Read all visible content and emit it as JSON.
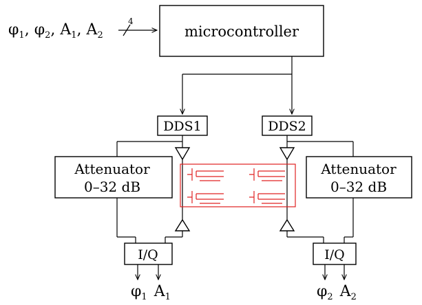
{
  "inputs": {
    "phi": "φ",
    "sub1": "1",
    "sep1": ", ",
    "sub2": "2",
    "amp": "A",
    "bus_width": "4"
  },
  "blocks": {
    "microcontroller": "microcontroller",
    "dds1": "DDS1",
    "dds2": "DDS2",
    "attenuator_left": {
      "line1": "Attenuator",
      "line2": "0–32 dB"
    },
    "attenuator_right": {
      "line1": "Attenuator",
      "line2": "0–32 dB"
    },
    "iq_left": "I/Q",
    "iq_right": "I/Q"
  },
  "outputs": {
    "left": {
      "phi": "φ",
      "phi_sub": "1",
      "amp": "A",
      "amp_sub": "1"
    },
    "right": {
      "phi": "φ",
      "phi_sub": "2",
      "amp": "A",
      "amp_sub": "2"
    }
  },
  "colors": {
    "ink": "#000000",
    "coupler": "#e02020"
  }
}
